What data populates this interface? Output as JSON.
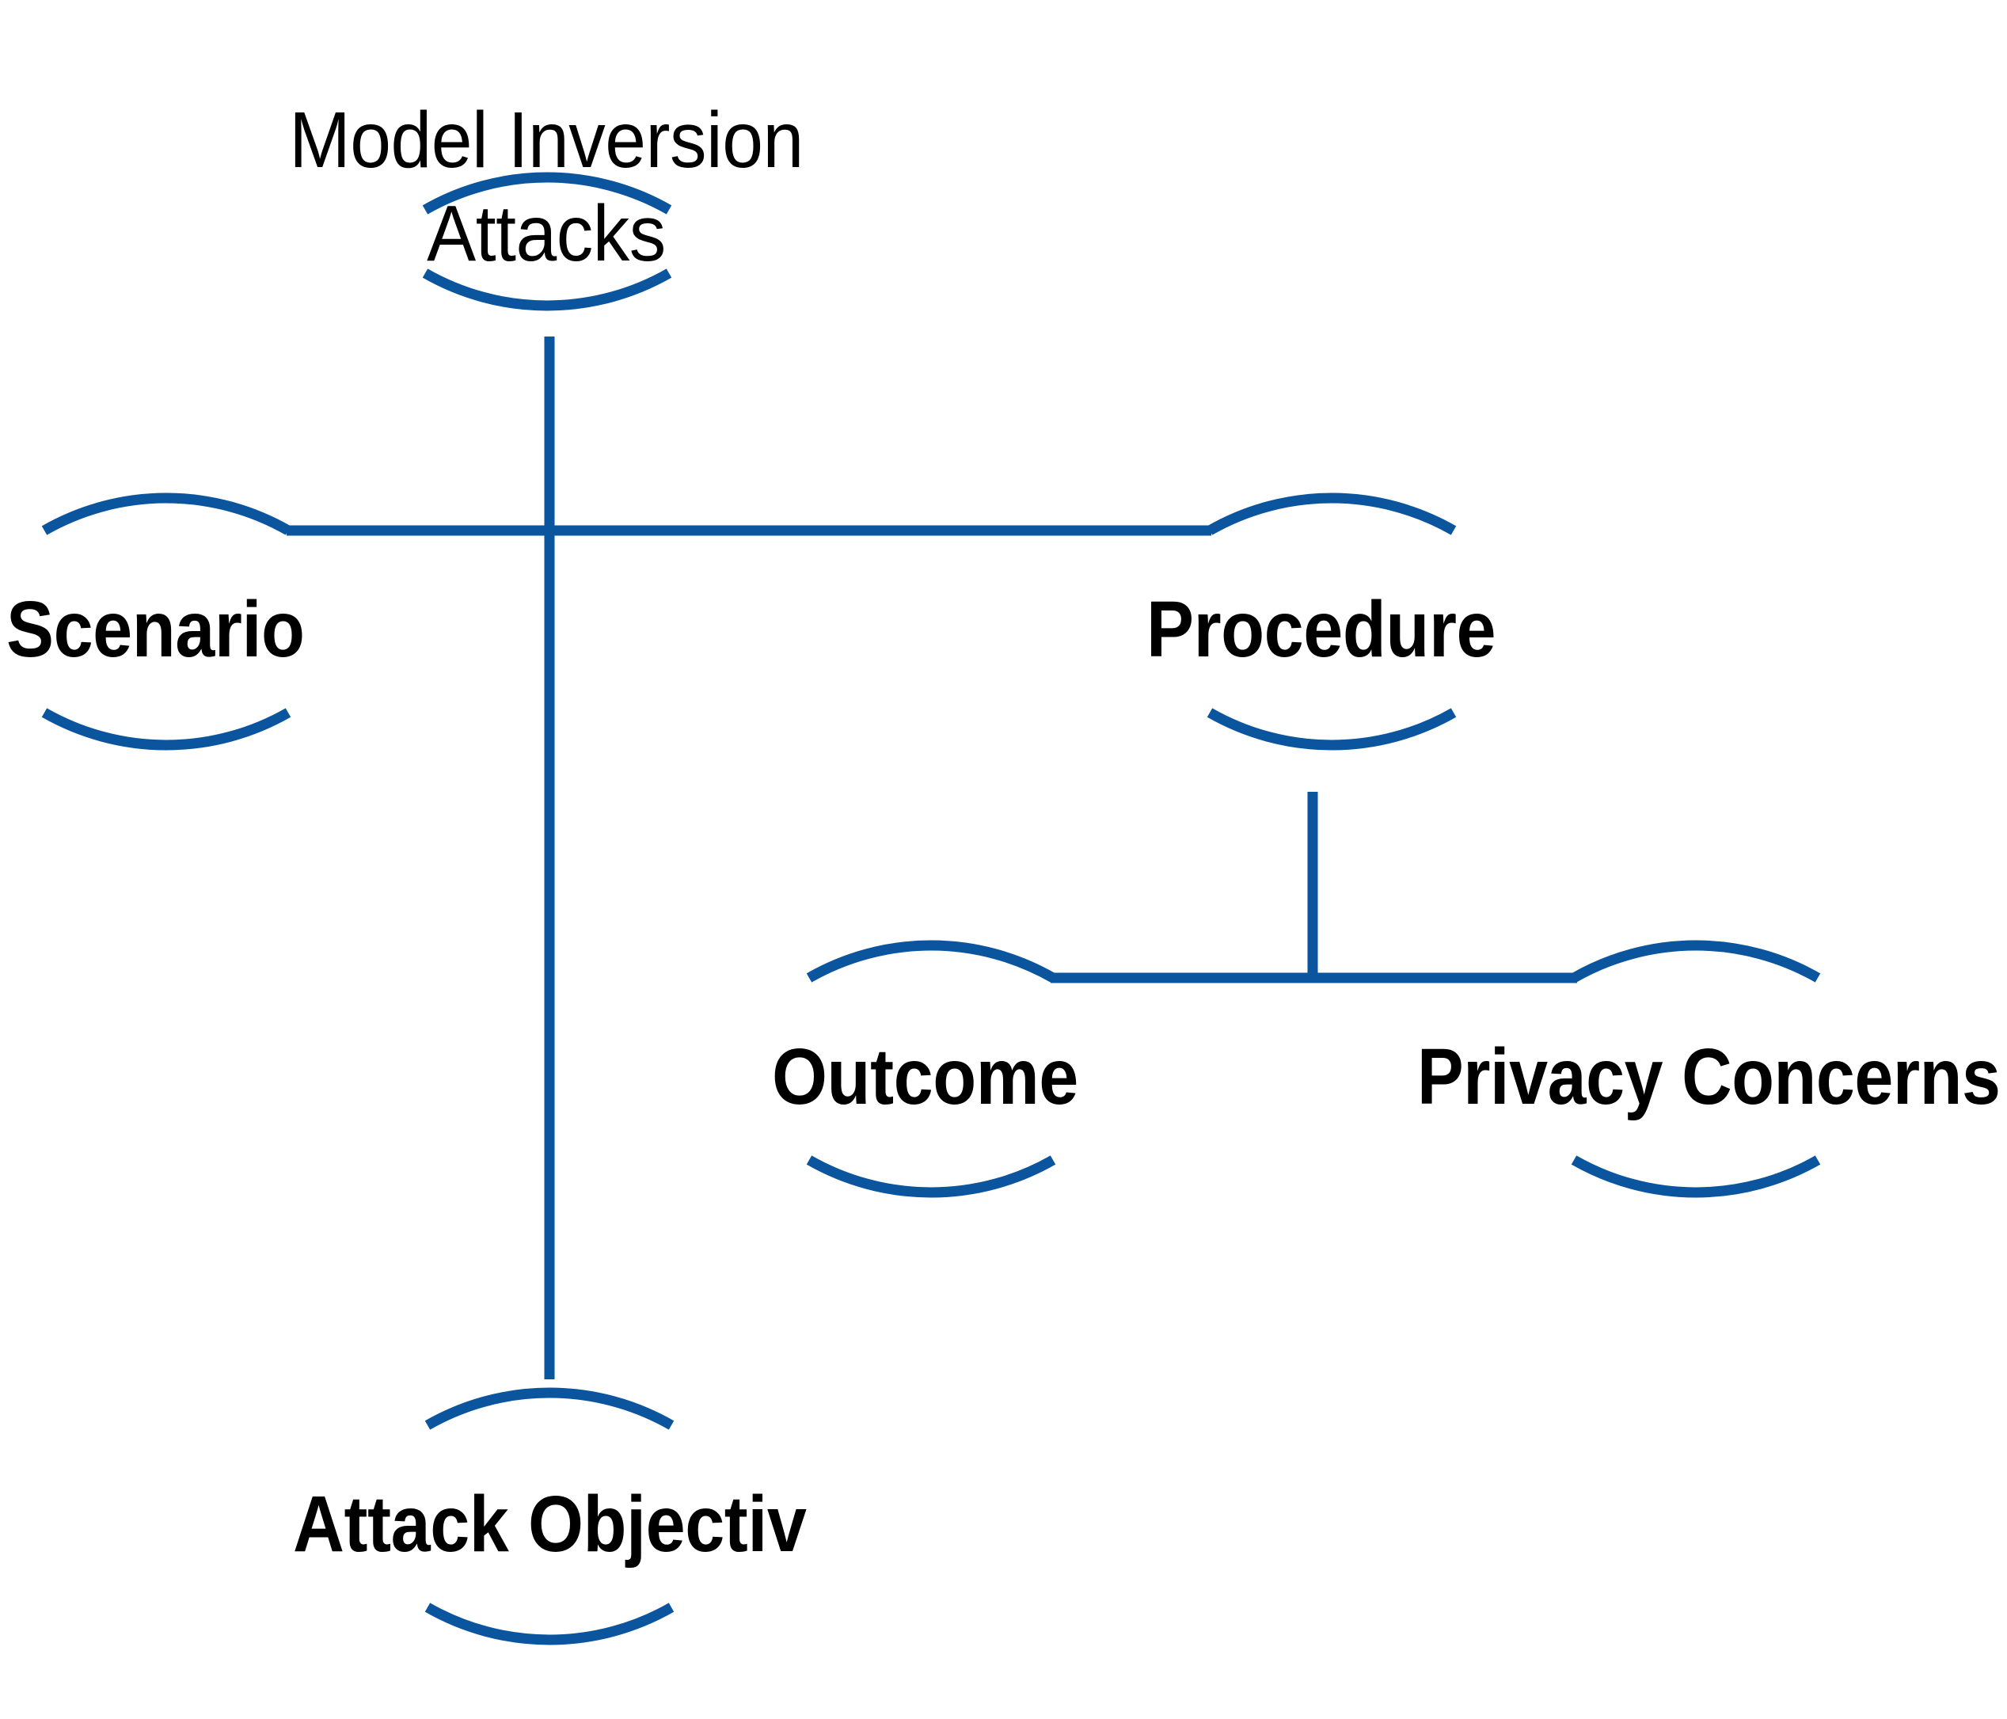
{
  "diagram": {
    "type": "mind-map",
    "title": "Model Inversion Attacks",
    "accent_color": "#0B559F",
    "text_color": "#000000",
    "background_color": "#FFFFFF",
    "root": {
      "id": "model-inversion-attacks",
      "label_line1": "Model Inversion",
      "label_line2": "Attacks",
      "label": "Model Inversion Attacks",
      "style": "regular"
    },
    "nodes": [
      {
        "id": "scenario",
        "label": "Scenario",
        "parent": "model-inversion-attacks",
        "style": "bold"
      },
      {
        "id": "procedure",
        "label": "Procedure",
        "parent": "model-inversion-attacks",
        "style": "bold"
      },
      {
        "id": "attack-objectiv",
        "label": "Attack Objectiv",
        "parent": "model-inversion-attacks",
        "style": "bold"
      },
      {
        "id": "outcome",
        "label": "Outcome",
        "parent": "procedure",
        "style": "bold"
      },
      {
        "id": "privacy-concerns",
        "label": "Privacy Concerns",
        "parent": "procedure",
        "style": "bold"
      }
    ],
    "edges": [
      {
        "from": "model-inversion-attacks",
        "to": "scenario"
      },
      {
        "from": "model-inversion-attacks",
        "to": "procedure"
      },
      {
        "from": "model-inversion-attacks",
        "to": "attack-objectiv"
      },
      {
        "from": "procedure",
        "to": "outcome"
      },
      {
        "from": "procedure",
        "to": "privacy-concerns"
      }
    ]
  }
}
